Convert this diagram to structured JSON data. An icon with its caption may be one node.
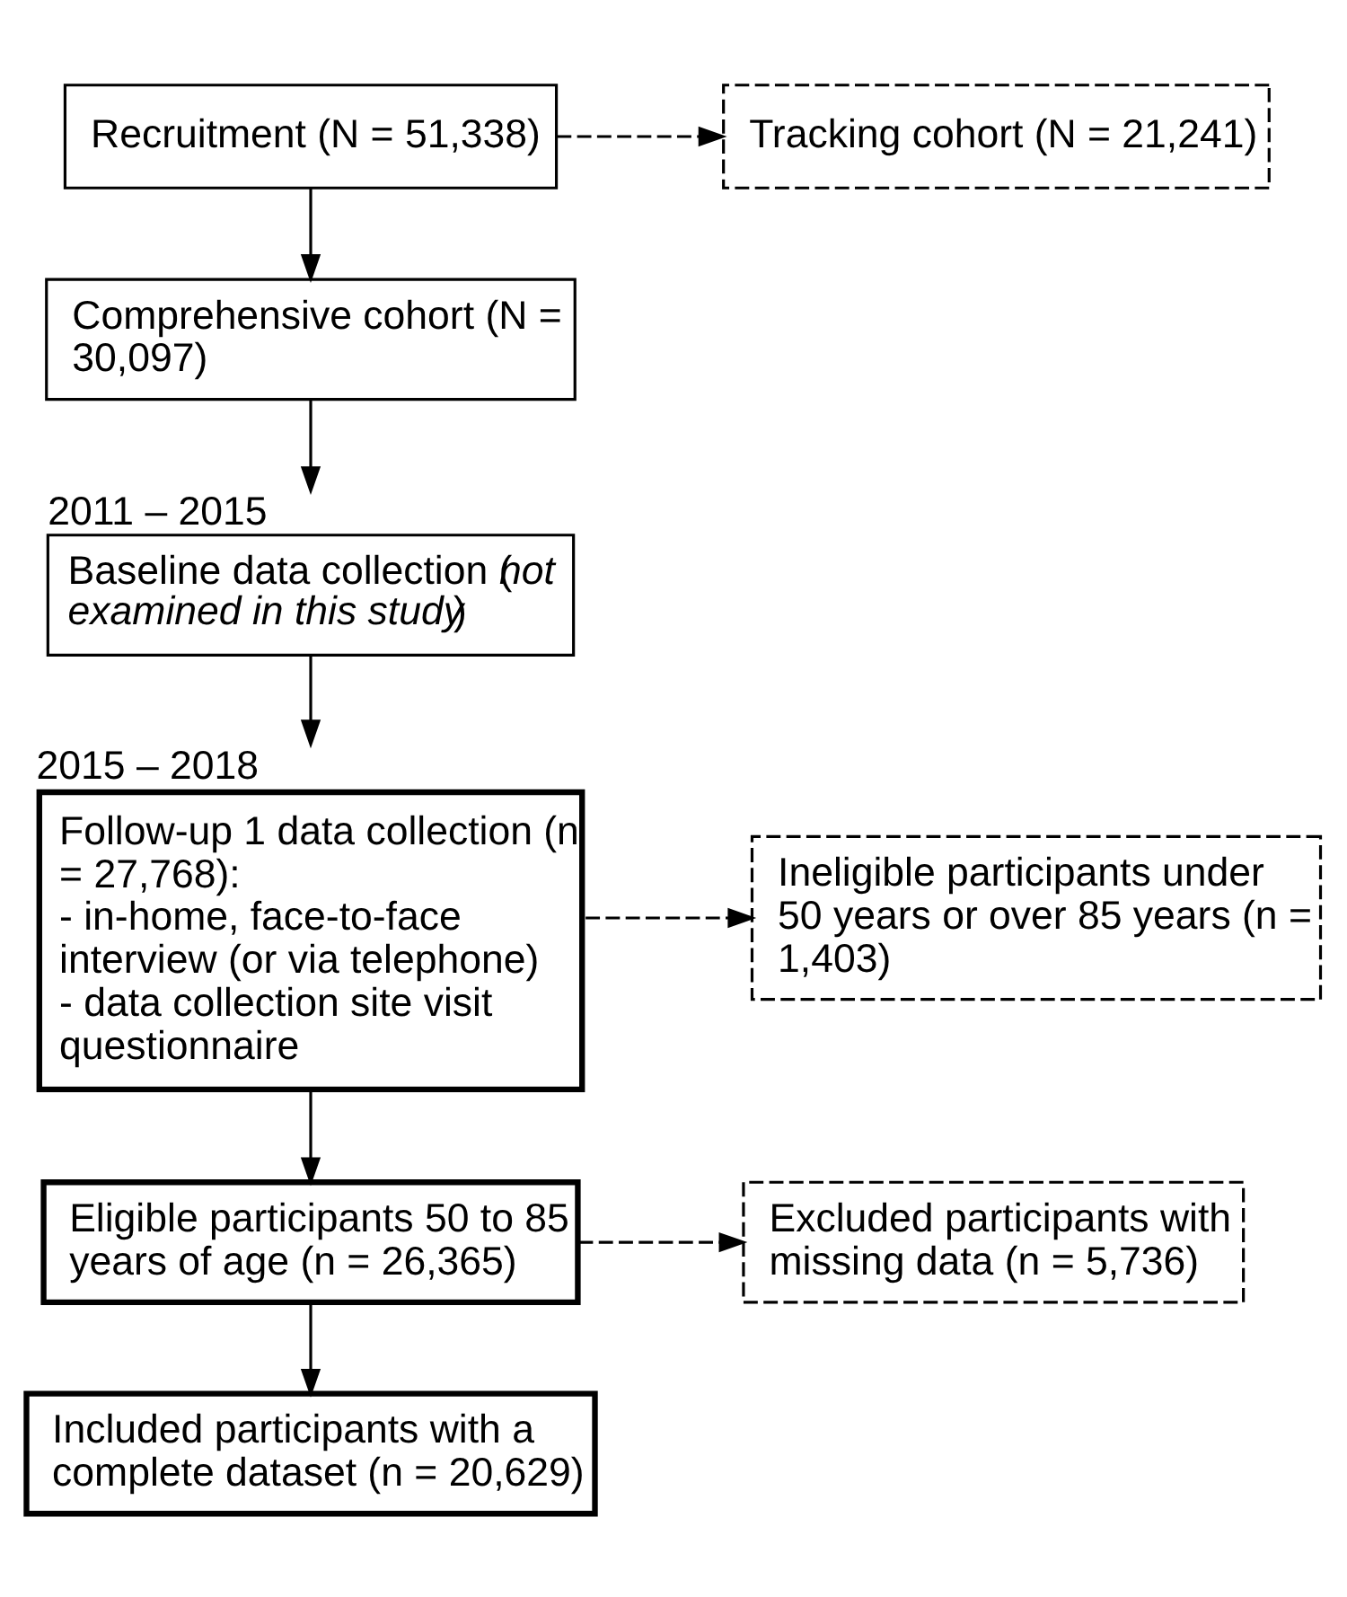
{
  "diagram": {
    "nodes": [
      {
        "text": [
          "Recruitment (N = 51,338)"
        ]
      },
      {
        "text": [
          "Tracking cohort (N = 21,241)"
        ]
      },
      {
        "text": [
          "Comprehensive cohort (N = 30,097)"
        ]
      },
      {
        "text": [
          "2011 – 2015",
          "Baseline data collection (*not examined in this study*)"
        ]
      },
      {
        "text": [
          "2015 – 2018",
          "Follow-up 1 data collection (n = 27,768):",
          "- in-home, face-to-face interview (or via telephone)",
          "- data collection site visit questionnaire"
        ]
      },
      {
        "text": [
          "Ineligible participants under 50 years or over 85 years (n = 1,403)"
        ]
      },
      {
        "text": [
          "Eligible participants 50 to 85 years of age (n = 26,365)"
        ]
      },
      {
        "text": [
          "Excluded participants with missing data (n = 5,736)"
        ]
      },
      {
        "text": [
          "Included participants with a complete dataset (n = 20,629)"
        ]
      }
    ],
    "edges": [
      {
        "from": 0,
        "to": 1,
        "arrow": "to",
        "style": "dashed"
      },
      {
        "from": 0,
        "to": 2,
        "arrow": "to"
      },
      {
        "from": 2,
        "to": 3,
        "arrow": "to"
      },
      {
        "from": 3,
        "to": 4,
        "arrow": "to"
      },
      {
        "from": 4,
        "to": 5,
        "arrow": "to",
        "style": "dashed"
      },
      {
        "from": 4,
        "to": 6,
        "arrow": "to"
      },
      {
        "from": 6,
        "to": 7,
        "arrow": "to",
        "style": "dashed"
      },
      {
        "from": 6,
        "to": 8,
        "arrow": "to"
      }
    ]
  }
}
